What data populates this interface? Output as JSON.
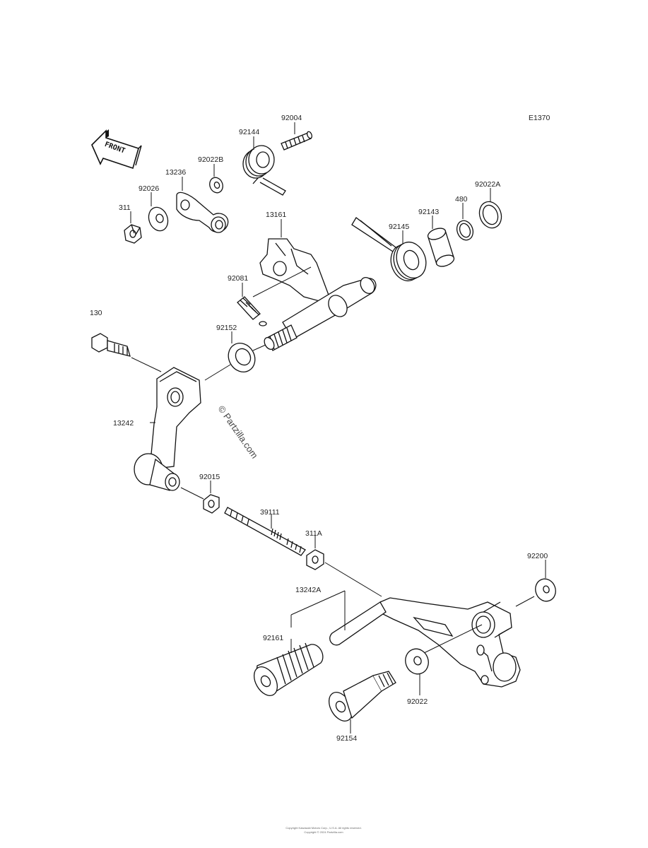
{
  "diagram_code": "E1370",
  "front_label": "FRONT",
  "watermark": "© Partzilla.com",
  "footer_lines": [
    "Copyright Kawasaki Motors Corp., U.S.A. All rights reserved.",
    "Copyright © 2024 Partzilla.com"
  ],
  "parts": {
    "p92004": "92004",
    "p92144": "92144",
    "p92022B": "92022B",
    "p13236": "13236",
    "p92026": "92026",
    "p311": "311",
    "p13161": "13161",
    "p92145": "92145",
    "p92143": "92143",
    "p480": "480",
    "p92022A": "92022A",
    "p92081": "92081",
    "p130": "130",
    "p92152": "92152",
    "p13242": "13242",
    "p92015": "92015",
    "p39111": "39111",
    "p311A": "311A",
    "p92200": "92200",
    "p13242A": "13242A",
    "p92161": "92161",
    "p92022": "92022",
    "p92154": "92154"
  }
}
